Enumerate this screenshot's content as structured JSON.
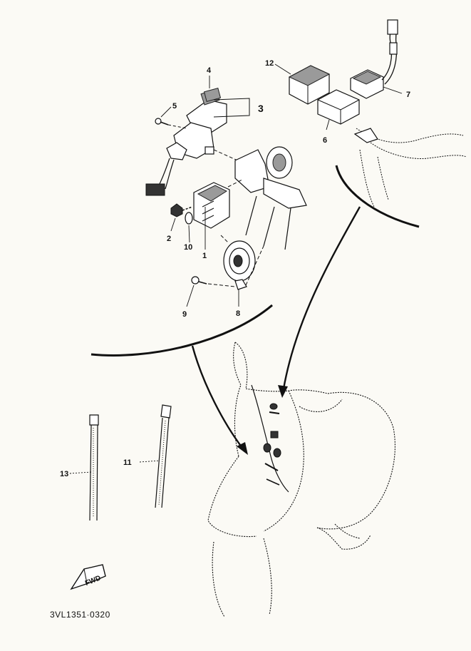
{
  "diagram": {
    "drawing_code": "3VL1351·0320",
    "fwd_mark": "FWD",
    "callouts": [
      {
        "id": "c1",
        "label": "1"
      },
      {
        "id": "c2",
        "label": "2"
      },
      {
        "id": "c3",
        "label": "3"
      },
      {
        "id": "c4",
        "label": "4"
      },
      {
        "id": "c5",
        "label": "5"
      },
      {
        "id": "c6",
        "label": "6"
      },
      {
        "id": "c7",
        "label": "7"
      },
      {
        "id": "c8",
        "label": "8"
      },
      {
        "id": "c9",
        "label": "9"
      },
      {
        "id": "c10",
        "label": "10"
      },
      {
        "id": "c11",
        "label": "11"
      },
      {
        "id": "c12",
        "label": "12"
      },
      {
        "id": "c13",
        "label": "13"
      }
    ],
    "colors": {
      "ink": "#111111",
      "paper": "#fbfaf5"
    }
  }
}
